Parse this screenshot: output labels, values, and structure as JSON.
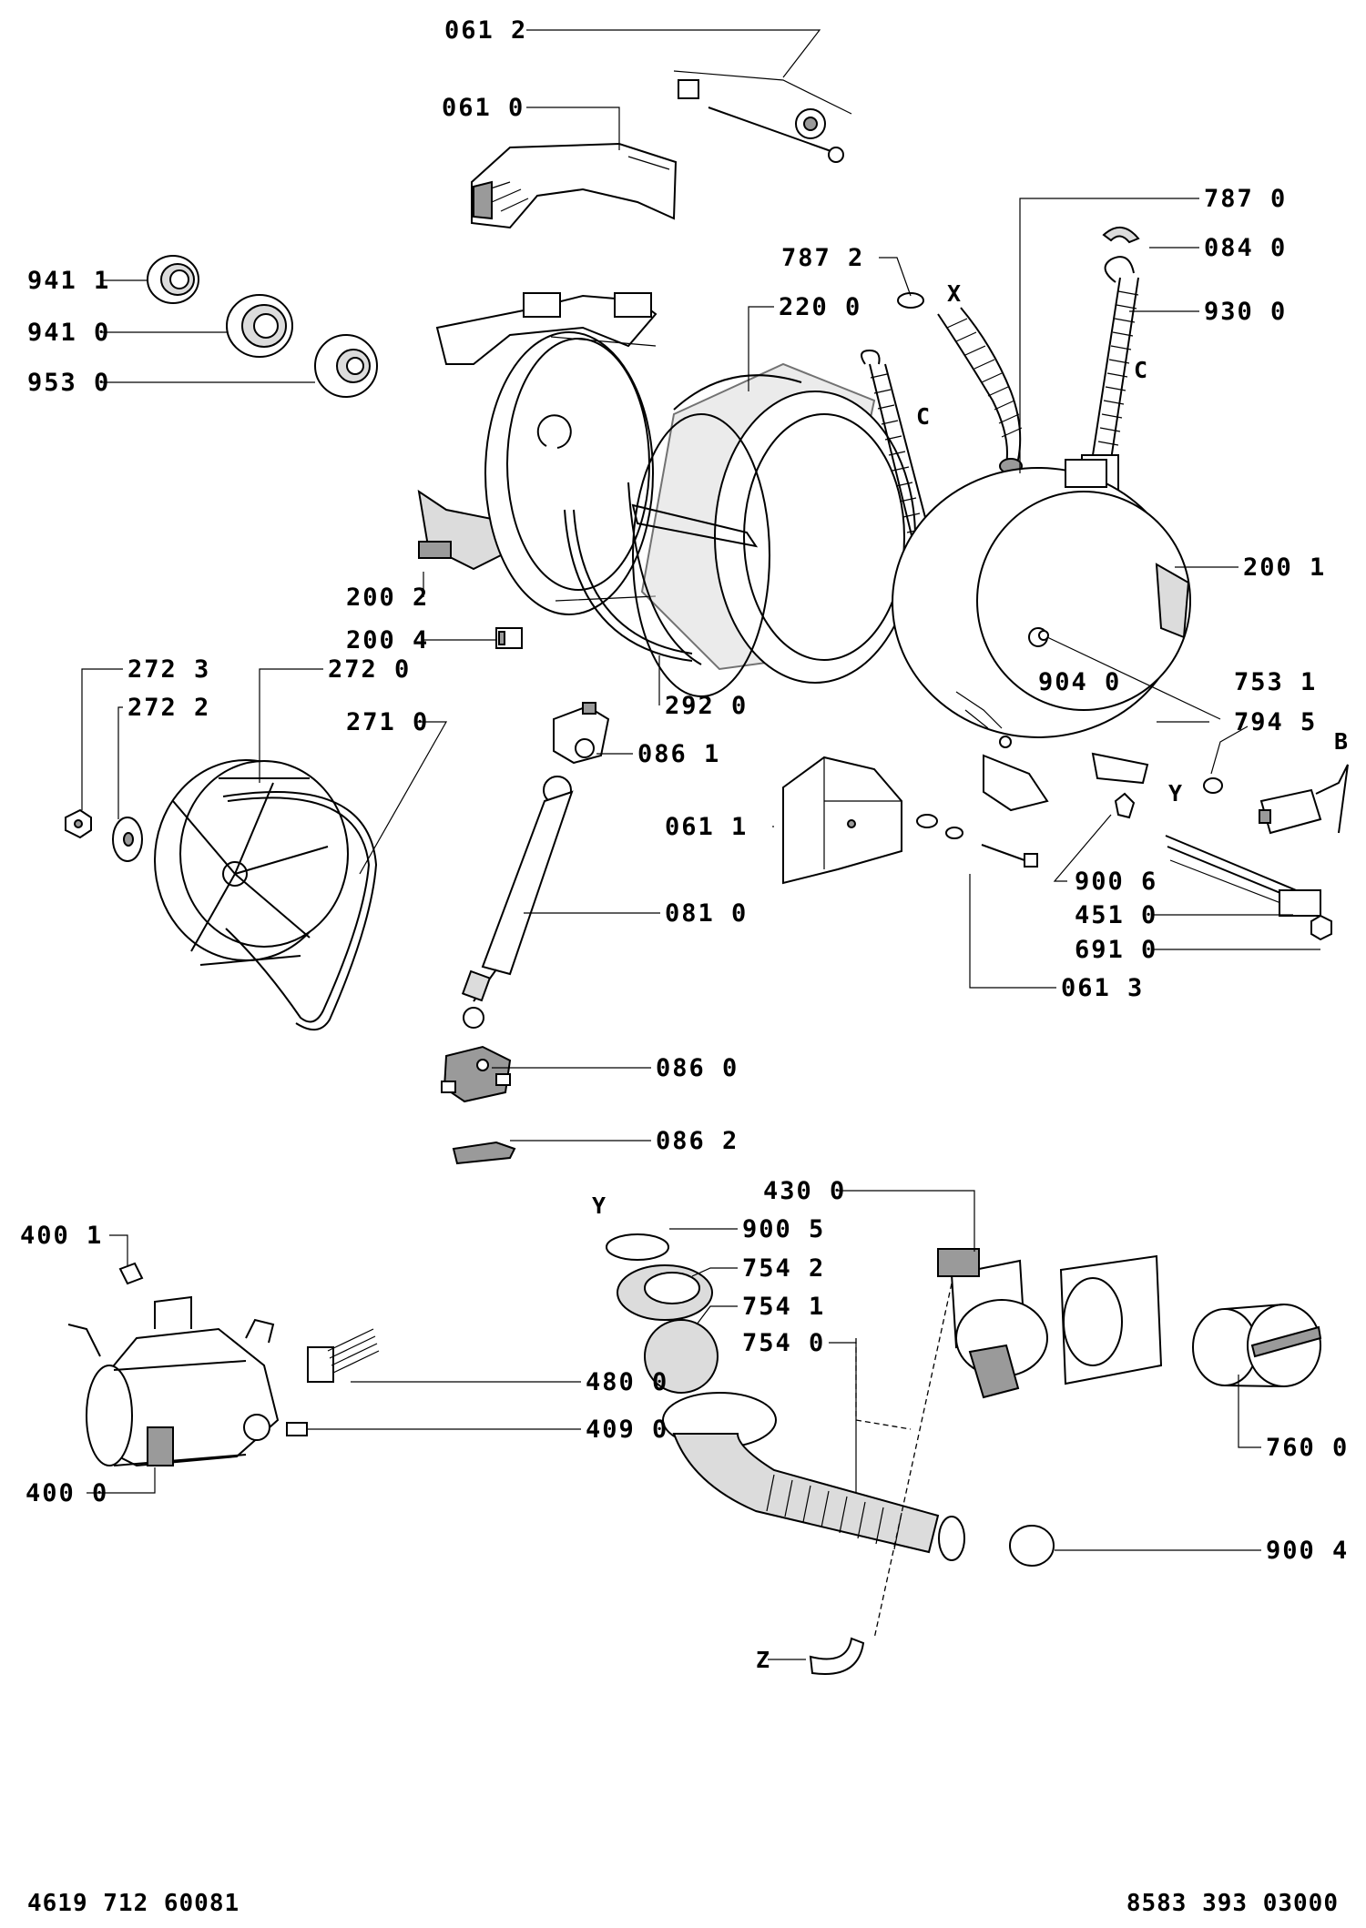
{
  "diagram": {
    "labels": {
      "l0612": "061 2",
      "l0610": "061 0",
      "l7870": "787 0",
      "l0840": "084 0",
      "l7872": "787 2",
      "l9411": "941 1",
      "l2200": "220 0",
      "l9300": "930 0",
      "l9410": "941 0",
      "l9530": "953 0",
      "l2001": "200 1",
      "l2002": "200 2",
      "l2004": "200 4",
      "l2723": "272 3",
      "l2720": "272 0",
      "l9040": "904 0",
      "l7531": "753 1",
      "l2722": "272 2",
      "l2920": "292 0",
      "l2710": "271 0",
      "l7945": "794 5",
      "l0861": "086 1",
      "l0611": "061 1",
      "l9006": "900 6",
      "l4510": "451 0",
      "l0810": "081 0",
      "l6910": "691 0",
      "l0613": "061 3",
      "l0860": "086 0",
      "l0862": "086 2",
      "l4300": "430 0",
      "l9005": "900 5",
      "l4001": "400 1",
      "l7542": "754 2",
      "l7541": "754 1",
      "l7540": "754 0",
      "l4800": "480 0",
      "l4090": "409 0",
      "l7600": "760 0",
      "l4000": "400 0",
      "l9004": "900 4"
    },
    "markers": {
      "x": "X",
      "c1": "C",
      "c2": "C",
      "y1": "Y",
      "b": "B",
      "y2": "Y",
      "z": "Z"
    }
  },
  "footer": {
    "left_code": "4619 712 60081",
    "right_code": "8583 393 03000"
  }
}
